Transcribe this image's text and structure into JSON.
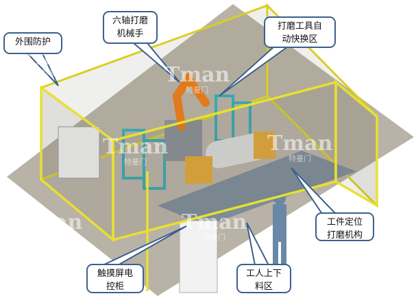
{
  "callouts": {
    "perimeter": "外围防护",
    "robot_l1": "六轴打磨",
    "robot_l2": "机械手",
    "toolchange_l1": "打磨工具自",
    "toolchange_l2": "动快换区",
    "fixture_l1": "工件定位",
    "fixture_l2": "打磨机构",
    "cabinet_l1": "触摸屏电",
    "cabinet_l2": "控柜",
    "loading_l1": "工人上下",
    "loading_l2": "料区"
  },
  "watermark": {
    "brand": "Tman",
    "sub": "特曼门"
  },
  "colors": {
    "floor": "#b9b2a6",
    "fence": "#e8e030",
    "callout_border": "#3b5f8c",
    "robot": "#e07a1c",
    "rack": "#3aa7b0"
  }
}
